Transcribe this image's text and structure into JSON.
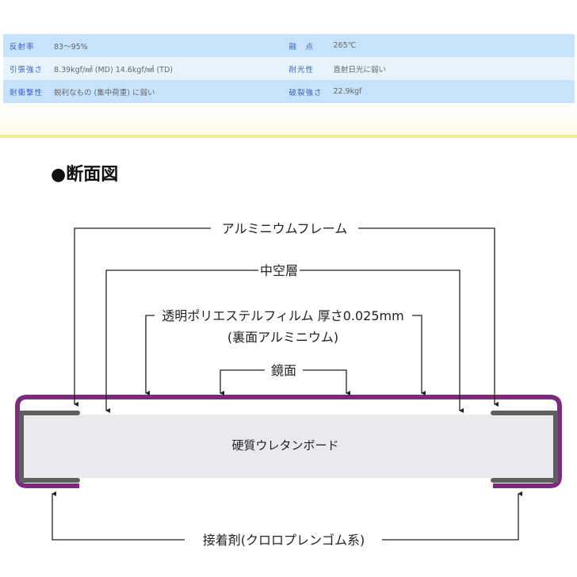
{
  "specs": {
    "rows": [
      {
        "left_label": "反射率",
        "left_value": "83〜95%",
        "right_label": "融　点",
        "right_value": "265℃"
      },
      {
        "left_label": "引張強さ",
        "left_value": "8.39kgf/㎟ (MD) 14.6kgf/㎟ (TD)",
        "right_label": "耐光性",
        "right_value": "直射日光に弱い"
      },
      {
        "left_label": "耐衝撃性",
        "left_value": "鋭利なもの (集中荷重) に弱い",
        "right_label": "破裂強さ",
        "right_value": "22.9kgf"
      }
    ]
  },
  "section": {
    "title": "●断面図"
  },
  "diagram": {
    "labels": {
      "frame": "アルミニウムフレーム",
      "hollow_layer": "中空層",
      "film": "透明ポリエステルフィルム 厚さ0.025mm",
      "film_sub": "(裏面アルミニウム)",
      "mirror": "鏡面",
      "board": "硬質ウレタンボード",
      "adhesive": "接着剤(クロロプレンゴム系)"
    },
    "colors": {
      "frame": "#7b2a7e",
      "aluminum": "#5f5f5f",
      "board": "#e9e9ee",
      "line": "#222222"
    }
  }
}
